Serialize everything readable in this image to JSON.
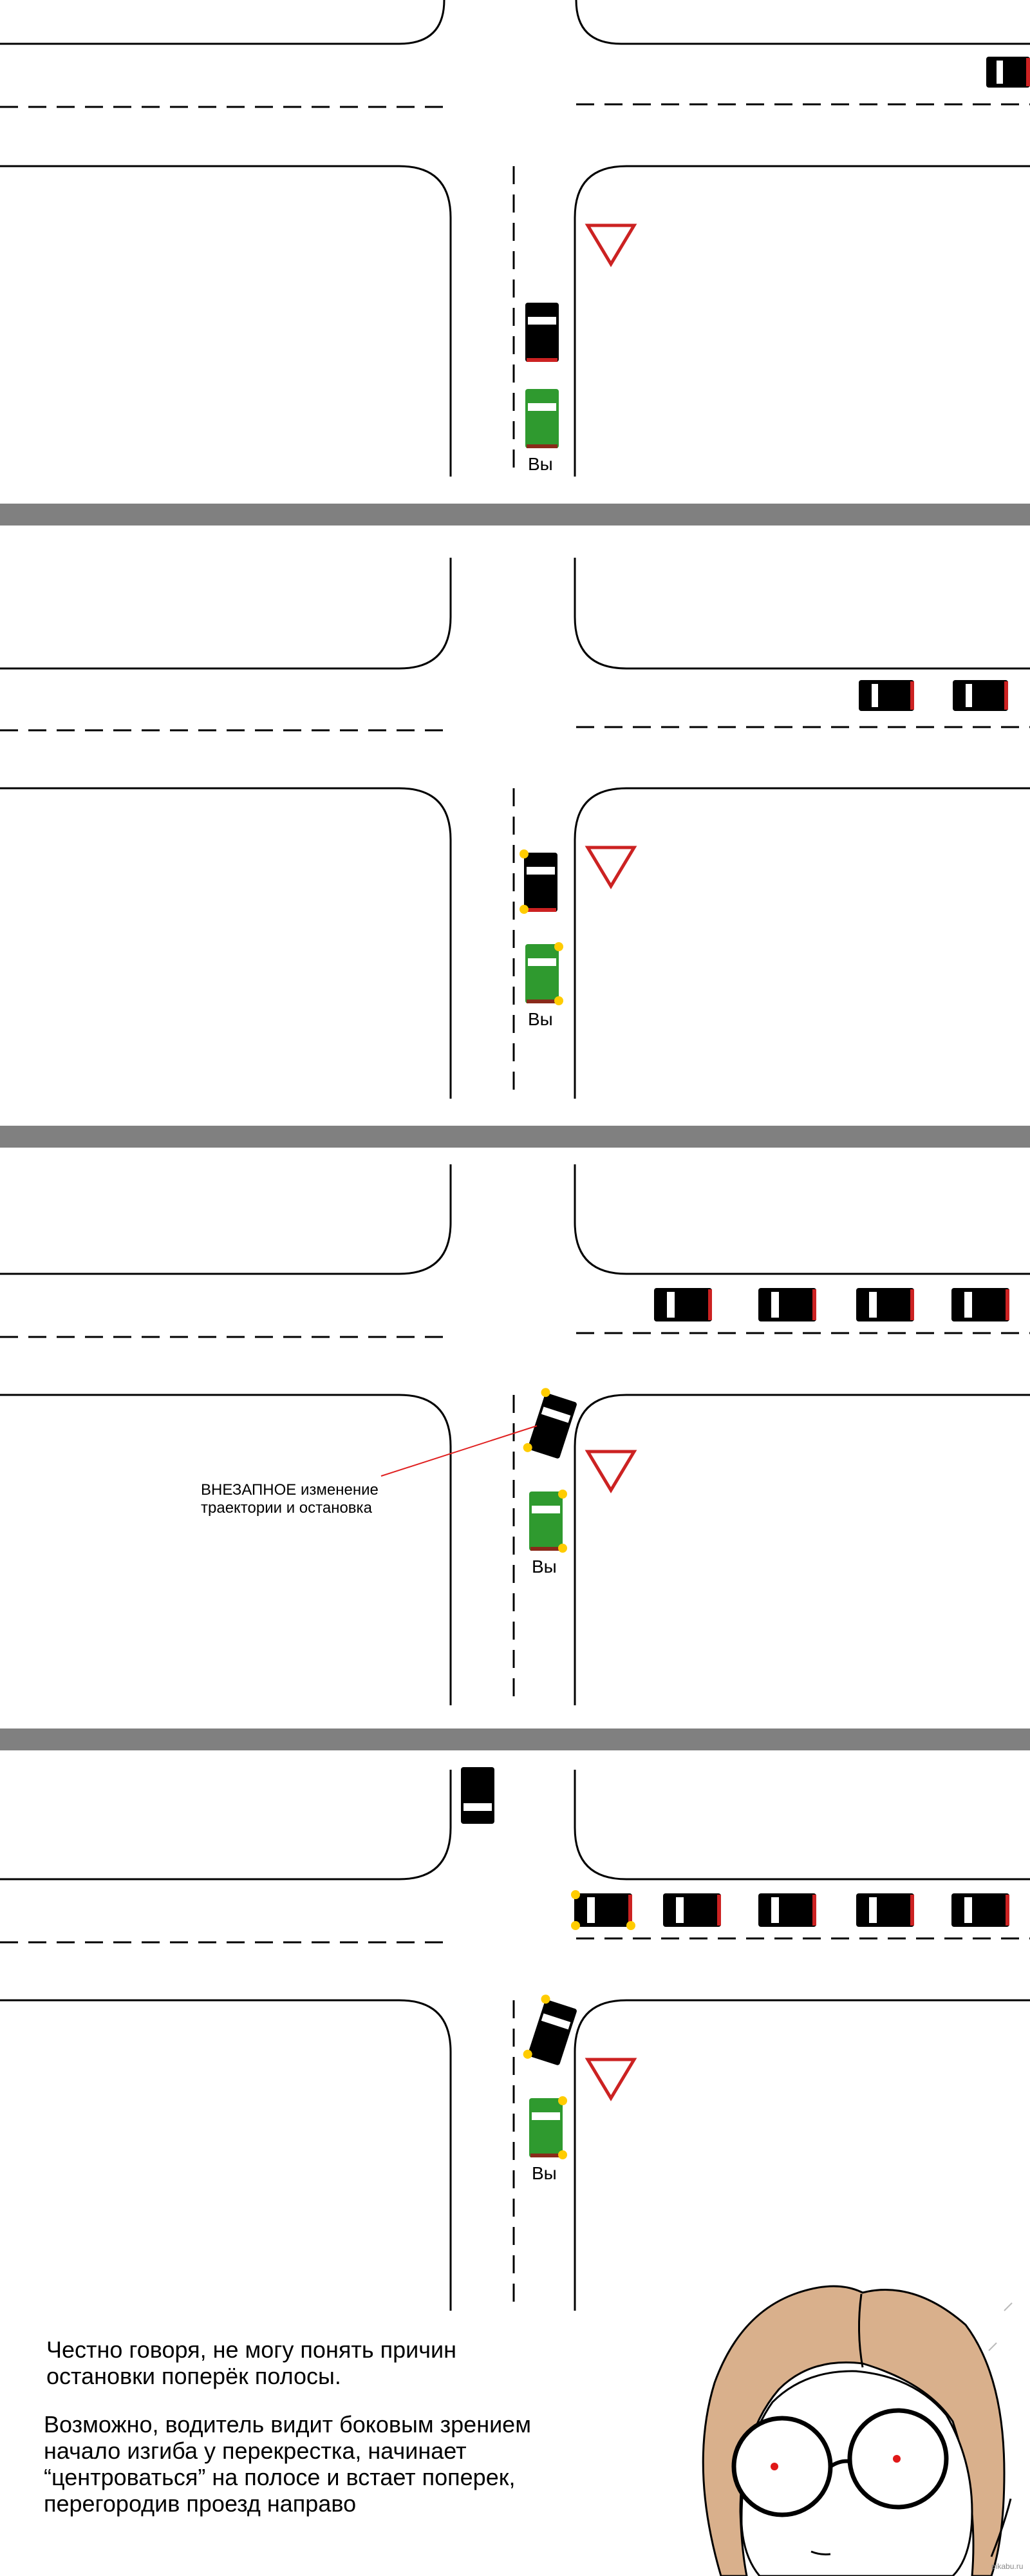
{
  "labels": {
    "you": "Вы"
  },
  "annotation": {
    "line1": "ВНЕЗАПНОЕ изменение",
    "line2": "траектории и остановка"
  },
  "bottom_text": {
    "p1_line1": "Честно говоря, не могу понять причин",
    "p1_line2": "остановки поперёк полосы.",
    "p2_line1": "Возможно, водитель видит боковым зрением",
    "p2_line2": "начало изгиба у перекрестка, начинает",
    "p2_line3": "“центроваться” на полосе и встает поперек,",
    "p2_line4": "перегородив проезд направо"
  },
  "watermark": "pikabu.ru",
  "colors": {
    "separator": "#808080",
    "your_car": "#2f9a2f",
    "other_car": "#000000",
    "yield_sign": "#cc2222",
    "hazard_light": "#ffcc00",
    "annotation_line": "#e02020",
    "face_skin": "#d9b08c"
  }
}
